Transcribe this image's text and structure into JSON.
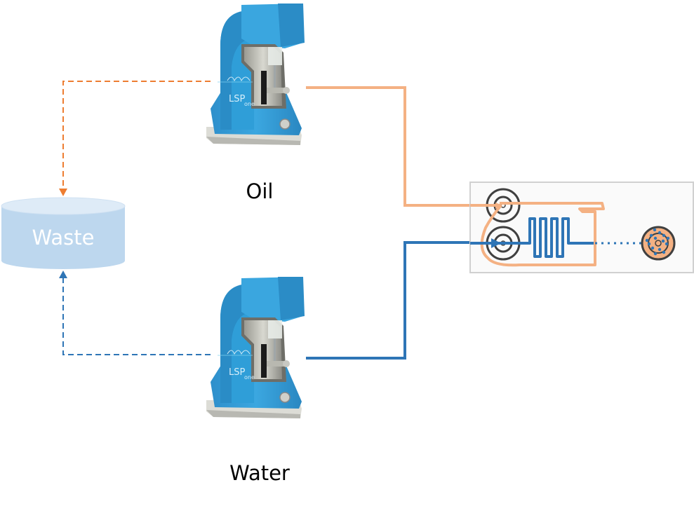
{
  "diagram": {
    "title": "",
    "nodes": {
      "oil_pump": {
        "label": "Oil",
        "device": "LSPone syringe pump",
        "brand_text": "LSPone"
      },
      "water_pump": {
        "label": "Water",
        "device": "LSPone syringe pump",
        "brand_text": "LSPone"
      },
      "waste": {
        "label": "Waste",
        "shape": "cylinder"
      },
      "chip": {
        "label": "",
        "description": "Microfluidic droplet chip with two inlets, serpentine channel and outlet"
      }
    },
    "edges": [
      {
        "from": "oil_pump",
        "to": "chip",
        "style": "solid",
        "color": "#F4B183",
        "meaning": "oil supply line"
      },
      {
        "from": "water_pump",
        "to": "chip",
        "style": "solid",
        "color": "#2E75B6",
        "meaning": "water supply line"
      },
      {
        "from": "oil_pump",
        "to": "waste",
        "style": "dashed",
        "color": "#ED7D31",
        "arrow": "end"
      },
      {
        "from": "water_pump",
        "to": "waste",
        "style": "dashed",
        "color": "#2E75B6",
        "arrow": "end"
      }
    ],
    "colors": {
      "oil": "#F4B183",
      "oil_dashed": "#ED7D31",
      "water": "#2E75B6",
      "waste_fill": "#BDD7EE",
      "waste_top": "#DEEBF7",
      "pump_body": "#2F9FD8",
      "chip_border": "#D0D0D0",
      "chip_fill": "#FAFAFA",
      "port_ring": "#404040"
    }
  }
}
